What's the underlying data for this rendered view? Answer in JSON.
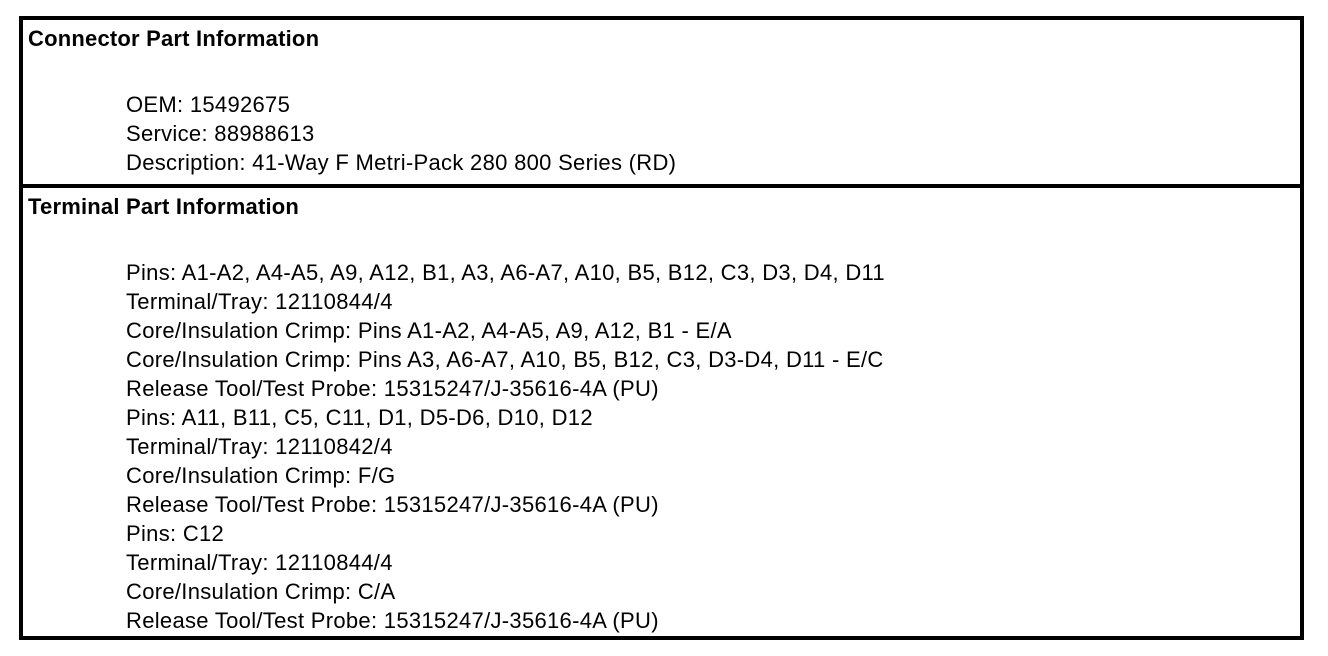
{
  "window": {
    "background": "#ffffff",
    "border_color": "#000000",
    "text_color": "#000000"
  },
  "connector_section": {
    "title": "Connector Part Information",
    "lines": [
      "OEM: 15492675",
      "Service: 88988613",
      "Description: 41-Way F Metri-Pack 280 800 Series (RD)"
    ]
  },
  "terminal_section": {
    "title": "Terminal Part Information",
    "lines": [
      "Pins: A1-A2, A4-A5, A9, A12, B1, A3, A6-A7, A10, B5, B12, C3, D3, D4, D11",
      "Terminal/Tray: 12110844/4",
      "Core/Insulation Crimp: Pins A1-A2, A4-A5, A9, A12, B1 - E/A",
      "Core/Insulation Crimp: Pins A3, A6-A7, A10, B5, B12, C3, D3-D4, D11 - E/C",
      "Release Tool/Test Probe: 15315247/J-35616-4A (PU)",
      "Pins: A11, B11, C5, C11, D1, D5-D6, D10, D12",
      "Terminal/Tray: 12110842/4",
      "Core/Insulation Crimp: F/G",
      "Release Tool/Test Probe: 15315247/J-35616-4A (PU)",
      "Pins: C12",
      "Terminal/Tray: 12110844/4",
      "Core/Insulation Crimp: C/A",
      "Release Tool/Test Probe: 15315247/J-35616-4A (PU)"
    ]
  }
}
